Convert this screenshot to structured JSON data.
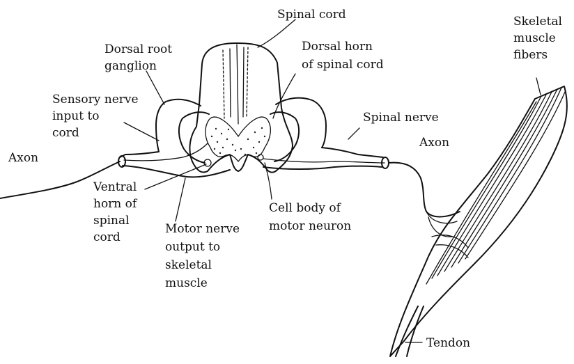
{
  "labels": {
    "spinal_cord": "Spinal cord",
    "dorsal_root_ganglion": [
      "Dorsal root",
      "ganglion"
    ],
    "dorsal_horn": [
      "Dorsal horn",
      "of spinal cord"
    ],
    "skeletal_muscle_fibers": [
      "Skeletal",
      "muscle",
      "fibers"
    ],
    "sensory_nerve": [
      "Sensory nerve",
      "input to",
      "cord"
    ],
    "axon_left": "Axon",
    "spinal_nerve": "Spinal nerve",
    "axon_right": "Axon",
    "ventral_horn": [
      "Ventral",
      "horn of",
      "spinal",
      "cord"
    ],
    "cell_body": [
      "Cell body of",
      "motor neuron"
    ],
    "motor_nerve": [
      "Motor nerve",
      "output to",
      "skeletal",
      "muscle"
    ],
    "tendon": "Tendon"
  },
  "colors": {
    "ink": "#111111",
    "background": "#ffffff"
  }
}
